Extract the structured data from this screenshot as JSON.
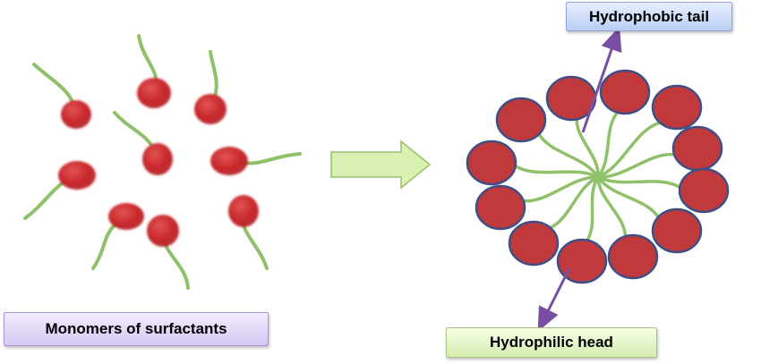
{
  "labels": {
    "hydrophobic_tail": "Hydrophobic tail",
    "hydrophilic_head": "Hydrophilic head",
    "monomers": "Monomers of surfactants"
  },
  "colors": {
    "head_fill": "#c0393b",
    "head_outline": "#3f4f86",
    "tail": "#8fc06a",
    "pointer_arrow": "#7a4fa3",
    "reaction_arrow_fill": "#d8f0b2",
    "reaction_arrow_stroke": "#9cbf6b"
  }
}
